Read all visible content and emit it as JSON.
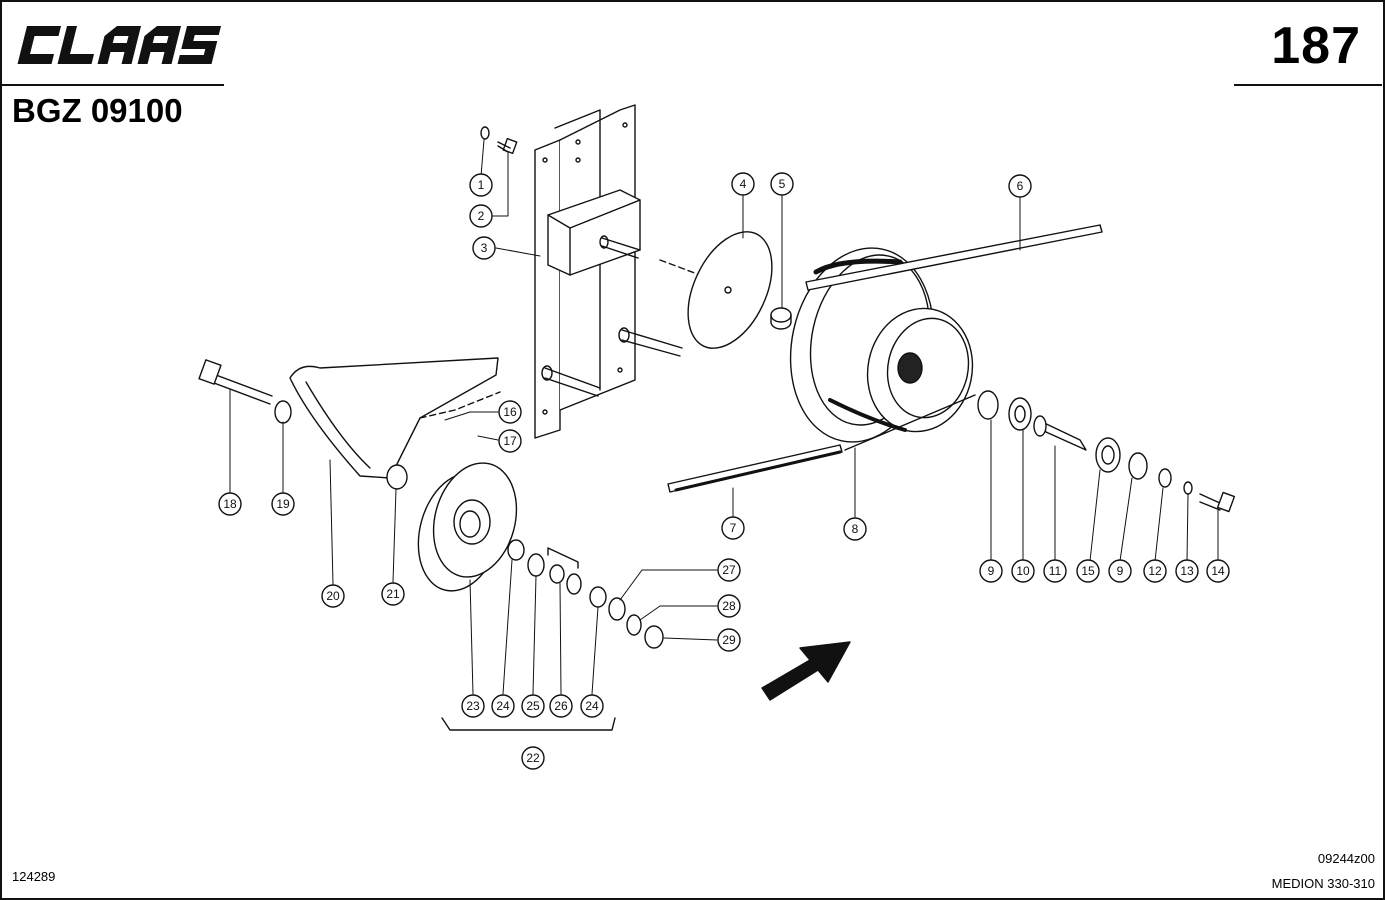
{
  "header": {
    "brand": "CLAAS",
    "page_number": "187",
    "assembly_code": "BGZ 09100"
  },
  "footer": {
    "left_code": "124289",
    "drawing_ref": "09244z00",
    "model": "MEDION 330-310"
  },
  "callouts": [
    "1",
    "2",
    "3",
    "4",
    "5",
    "6",
    "7",
    "8",
    "9",
    "10",
    "11",
    "15",
    "9",
    "12",
    "13",
    "14",
    "16",
    "17",
    "18",
    "19",
    "20",
    "21",
    "23",
    "24",
    "25",
    "26",
    "24",
    "27",
    "28",
    "29",
    "22"
  ],
  "colors": {
    "ink": "#111111",
    "background": "#ffffff"
  }
}
